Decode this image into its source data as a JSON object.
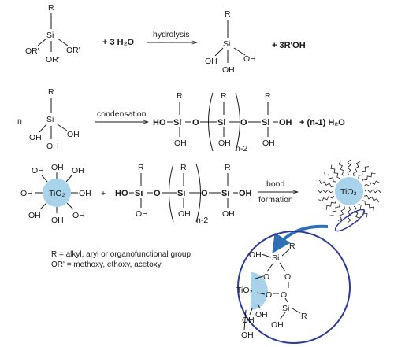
{
  "reactions": {
    "r1": {
      "reactant_R": "R",
      "reactant_Si": "Si",
      "reactant_OR_left": "OR'",
      "reactant_OR_right": "OR'",
      "reactant_OR_bottom": "OR'",
      "plus_water": "+ 3 H₂O",
      "arrow_label": "hydrolysis",
      "product_R": "R",
      "product_Si": "Si",
      "product_OH_left": "OH",
      "product_OH_right": "OH",
      "product_OH_bottom": "OH",
      "byproduct": "+ 3R'OH"
    },
    "r2": {
      "coefficient": "n",
      "reactant_R": "R",
      "reactant_Si": "Si",
      "reactant_OH_left": "OH",
      "reactant_OH_right": "OH",
      "reactant_OH_bottom": "OH",
      "arrow_label": "condensation",
      "chain_HO": "HO",
      "chain_Si1": "Si",
      "chain_O1": "O",
      "chain_Si2": "Si",
      "chain_O2": "O",
      "chain_Si3": "Si",
      "chain_OH_end": "OH",
      "chain_R1": "R",
      "chain_R2": "R",
      "chain_R3": "R",
      "chain_OH1": "OH",
      "chain_OH2": "OH",
      "chain_OH3": "OH",
      "subscript": "n-2",
      "byproduct": "+ (n-1) H₂O"
    },
    "r3": {
      "particle_label": "TiO₂",
      "hydroxyl": "OH",
      "plus": "+",
      "chain_HO": "HO",
      "chain_Si1": "Si",
      "chain_O1": "O",
      "chain_Si2": "Si",
      "chain_O2": "O",
      "chain_Si3": "Si",
      "chain_OH_end": "OH",
      "chain_R1": "R",
      "chain_R2": "R",
      "chain_R3": "R",
      "chain_OH1": "OH",
      "chain_OH2": "OH",
      "chain_OH3": "OH",
      "subscript": "n-2",
      "arrow_label_top": "bond",
      "arrow_label_bottom": "formation",
      "product_particle_label": "TiO₂"
    }
  },
  "legend": {
    "line1": "R = alkyl, aryl or organofunctional group",
    "line2": "OR' = methoxy, ethoxy, acetoxy"
  },
  "zoom": {
    "particle_label": "TiO₂",
    "OH_top": "OH",
    "Si_top": "Si",
    "R_top": "R",
    "O_a": "O",
    "O_b": "O",
    "O_c": "O",
    "O_d": "O",
    "Si_bottom": "Si",
    "R_bottom": "R",
    "OH_bottom": "OH",
    "OH_left": "OH",
    "OH_left2": "OH",
    "OH_left3": "OH"
  },
  "colors": {
    "particle_fill": "#a9d3ea",
    "zoom_ellipse": "#2b3a97",
    "zoom_arrow": "#2f6fb5"
  }
}
